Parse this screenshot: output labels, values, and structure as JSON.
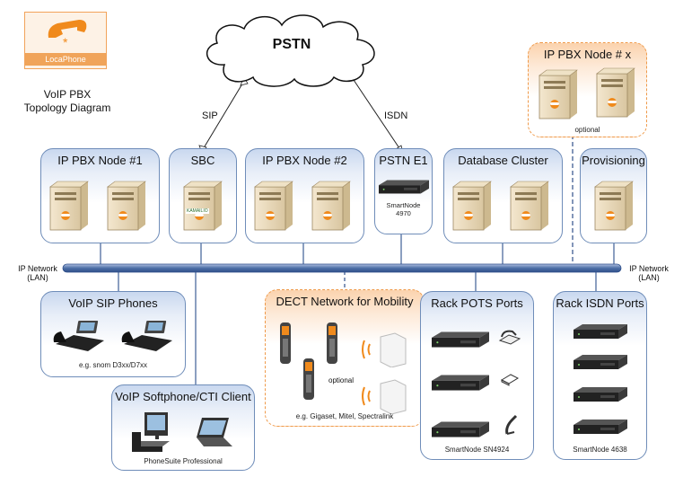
{
  "logo": {
    "text": "LocaPhone"
  },
  "diagram_title": {
    "line1": "VoIP PBX",
    "line2": "Topology Diagram"
  },
  "cloud": {
    "label": "PSTN"
  },
  "links": {
    "sip": "SIP",
    "isdn": "ISDN"
  },
  "network": {
    "left_line1": "IP Network",
    "left_line2": "(LAN)",
    "right_line1": "IP Network",
    "right_line2": "(LAN)"
  },
  "nodes": {
    "pbx_x": {
      "title": "IP PBX Node # x",
      "caption": "optional"
    },
    "pbx1": {
      "title": "IP PBX Node #1"
    },
    "sbc": {
      "title": "SBC",
      "badge": "KAMAILIO"
    },
    "pbx2": {
      "title": "IP PBX Node #2"
    },
    "pstn_e1": {
      "title": "PSTN E1",
      "caption_line1": "SmartNode",
      "caption_line2": "4970"
    },
    "db": {
      "title": "Database Cluster"
    },
    "prov": {
      "title": "Provisioning"
    },
    "sip_phones": {
      "title": "VoIP SIP Phones",
      "caption": "e.g. snom D3xx/D7xx"
    },
    "softphone": {
      "title": "VoIP Softphone/CTI Client",
      "caption": "PhoneSuite Professional"
    },
    "dect": {
      "title": "DECT Network for Mobility",
      "optional": "optional",
      "caption": "e.g. Gigaset, Mitel, Spectralink"
    },
    "pots": {
      "title": "Rack POTS Ports",
      "caption": "SmartNode SN4924"
    },
    "isdn_ports": {
      "title": "Rack ISDN Ports",
      "caption": "SmartNode 4638"
    }
  },
  "colors": {
    "panel_border": "#6f8db9",
    "panel_fill": "#c9d8ef",
    "optional_border": "#ef9a4a",
    "optional_fill": "#fbd3ae",
    "bus": "#4d6fa6",
    "dashed_link": "#2f4f8a"
  },
  "icons": [
    "phone-logo-icon",
    "cloud-icon",
    "server-icon",
    "gateway-icon",
    "desk-phone-icon",
    "dect-handset-icon",
    "dect-base-icon",
    "rack-gateway-icon",
    "fax-icon",
    "analog-phone-icon",
    "desktop-computer-icon",
    "laptop-icon"
  ]
}
